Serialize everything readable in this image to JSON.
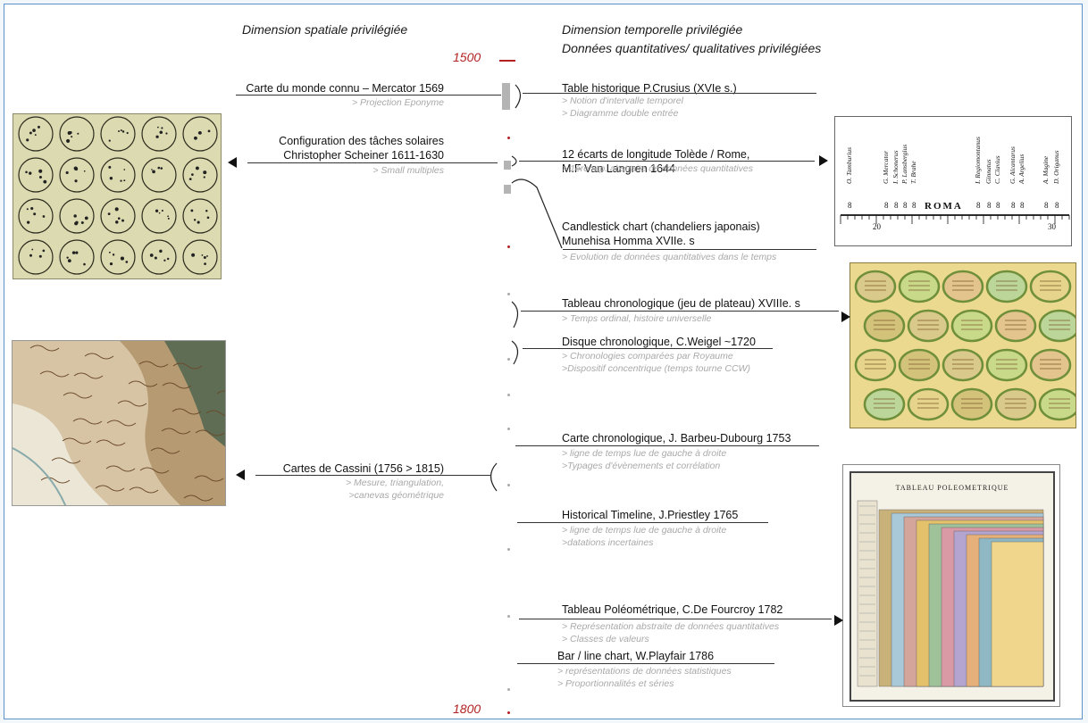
{
  "headers": {
    "spatial": "Dimension spatiale privilégiée",
    "temporal_1": "Dimension temporelle privilégiée",
    "temporal_2": "Données quantitatives/ qualitatives privilégiées"
  },
  "axis": {
    "start_year": "1500",
    "end_year": "1800"
  },
  "colors": {
    "year": "#b22222",
    "subtitle": "#a9a9a9",
    "frame_border": "#5b93c9",
    "axis_block": "#b4b4b4"
  },
  "left_entries": [
    {
      "title": [
        "Carte du monde connu – Mercator 1569"
      ],
      "notes": [
        "> Projection Eponyme"
      ]
    },
    {
      "title": [
        "Configuration des tâches solaires",
        "Christopher Scheiner 1611-1630"
      ],
      "notes": [
        "> Small multiples"
      ]
    },
    {
      "title": [
        "Cartes de Cassini (1756 > 1815)"
      ],
      "notes": [
        "> Mesure, triangulation,",
        ">canevas géométrique"
      ]
    }
  ],
  "right_entries": [
    {
      "title": [
        "Table historique P.Crusius (XVIe s.)"
      ],
      "notes": [
        "> Notion d'intervalle temporel",
        "> Diagramme double entrée"
      ]
    },
    {
      "title": [
        "12 écarts de longitude Tolède / Rome,",
        "M.F Van Langren 1644"
      ],
      "notes": [
        "> 1ère rep. abstraite de données quantitatives"
      ]
    },
    {
      "title": [
        "Candlestick chart (chandeliers japonais)",
        " Munehisa Homma XVIIe. s"
      ],
      "notes": [
        "> Evolution de données quantitatives dans le temps"
      ]
    },
    {
      "title": [
        "Tableau chronologique (jeu de plateau) XVIIIe. s"
      ],
      "notes": [
        "> Temps ordinal,  histoire universelle"
      ]
    },
    {
      "title": [
        "Disque chronologique, C.Weigel ~1720"
      ],
      "notes": [
        "> Chronologies comparées par Royaume",
        ">Dispositif concentrique (temps tourne CCW)"
      ]
    },
    {
      "title": [
        "Carte chronologique, J. Barbeu-Dubourg 1753"
      ],
      "notes": [
        "> ligne de temps lue de gauche à droite",
        ">Typages d'évènements et corrélation"
      ]
    },
    {
      "title": [
        "Historical Timeline, J.Priestley 1765"
      ],
      "notes": [
        "> ligne de temps lue de gauche à droite",
        ">datations incertaines"
      ]
    },
    {
      "title": [
        "Tableau Poléométrique, C.De Fourcroy 1782"
      ],
      "notes": [
        "> Représentation abstraite de données quantitatives",
        "> Classes de valeurs"
      ]
    },
    {
      "title": [
        "Bar / line chart, W.Playfair 1786"
      ],
      "notes": [
        "> représentations de données statistiques",
        "> Proportionnalités et séries"
      ]
    }
  ],
  "images": {
    "langren_labels": [
      "O. Tamburius",
      "G. Mercator",
      "I. Schonerus",
      "P. Lansbergius",
      "T. Brahe",
      "I. Regiomontanus",
      "Ginnatus",
      "C. Clavius",
      "G. Alcantarus",
      "A. Argelius",
      "A. Magine",
      "D. Origanus"
    ],
    "langren_roma": "ROMA",
    "langren_ticks": [
      "20",
      "30"
    ],
    "poleometre_title": "TABLEAU POLEOMETRIQUE"
  }
}
